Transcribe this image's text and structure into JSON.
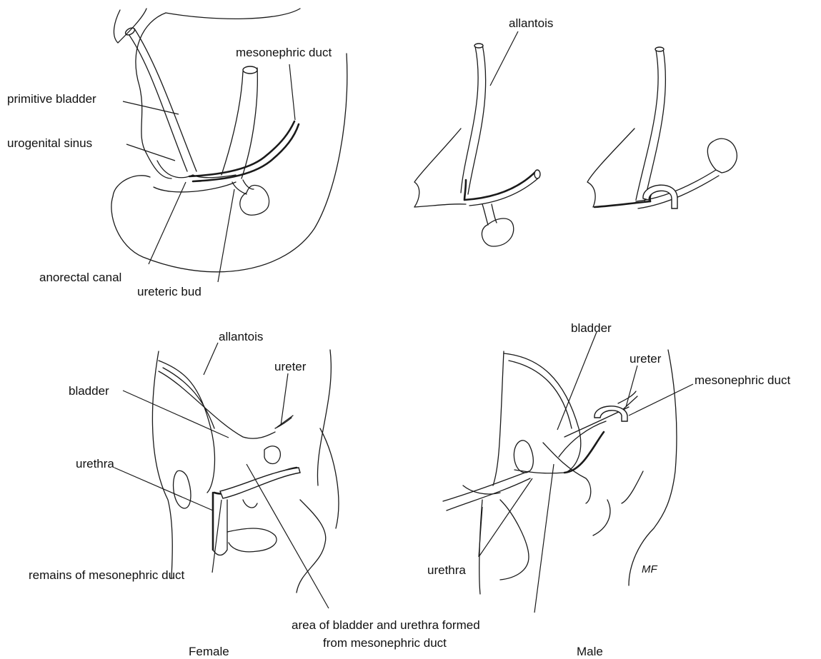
{
  "labels": {
    "top_left": {
      "mesonephric_duct": "mesonephric duct",
      "primitive_bladder": "primitive bladder",
      "urogenital_sinus": "urogenital sinus",
      "anorectal_canal": "anorectal canal",
      "ureteric_bud": "ureteric bud"
    },
    "top_middle": {
      "allantois": "allantois"
    },
    "female": {
      "allantois": "allantois",
      "bladder": "bladder",
      "ureter": "ureter",
      "urethra": "urethra",
      "remains_mesonephric_duct": "remains of mesonephric duct",
      "caption": "Female"
    },
    "male": {
      "bladder": "bladder",
      "ureter": "ureter",
      "mesonephric_duct": "mesonephric duct",
      "urethra": "urethra",
      "caption": "Male"
    },
    "shared": {
      "area_line1": "area of bladder and urethra formed",
      "area_line2": "from mesonephric duct"
    },
    "signature": "MF"
  }
}
